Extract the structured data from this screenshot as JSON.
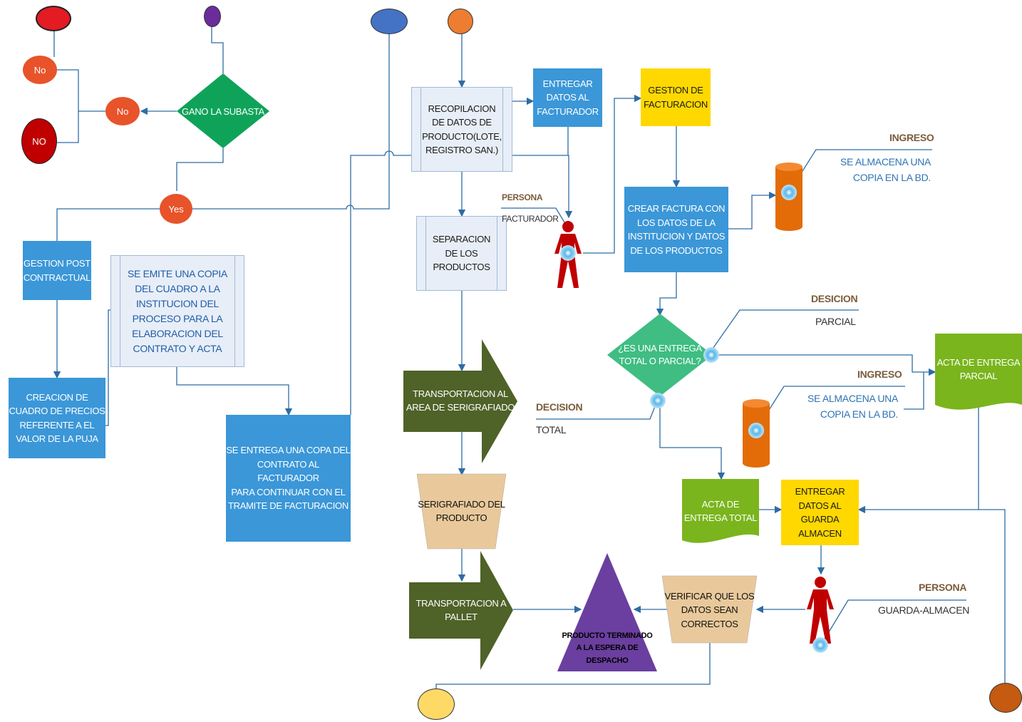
{
  "colors": {
    "blue_box": "#3b97d8",
    "yellow_box": "#ffd800",
    "green_decision": "#0fa35a",
    "green_doc": "#7ab51d",
    "dark_green_arrow": "#4f6228",
    "tan_trapezoid": "#e9c99b",
    "purple_triangle": "#6b3fa0",
    "orange_circle": "#e8532a",
    "red_terminal": "#e31b23",
    "dark_red_terminal": "#c00000",
    "purple_terminal": "#6a2c9b",
    "blue_terminal": "#4472c4",
    "orange_terminal": "#ed7d31",
    "yellow_terminal": "#ffd966",
    "brown_terminal": "#c55a11",
    "database": "#e36c09",
    "person": "#c00000"
  },
  "terminals": {
    "no_terminal": "NO",
    "no_top": "No",
    "no_mid": "No",
    "yes": "Yes"
  },
  "nodes": {
    "gano_subasta": "GANO LA SUBASTA",
    "gestion_post": "GESTION POST\nCONTRACTUAL",
    "creacion_cuadro": "CREACION DE\nCUADRO DE PRECIOS\nREFERENTE A EL\nVALOR DE LA PUJA",
    "emite_copia": "SE EMITE UNA COPIA\nDEL CUADRO A LA\nINSTITUCION DEL\nPROCESO PARA LA\nELABORACION DEL\nCONTRATO Y ACTA",
    "entrega_copa": "SE ENTREGA UNA COPA DEL\nCONTRATO AL FACTURADOR\nPARA CONTINUAR CON EL\nTRAMITE DE FACTURACION",
    "recopilacion": "RECOPILACION\nDE DATOS DE\nPRODUCTO(LOTE,\nREGISTRO SAN.)",
    "entregar_datos_facturador": "ENTREGAR\nDATOS AL\nFACTURADOR",
    "separacion": "SEPARACION\nDE LOS\nPRODUCTOS",
    "transportacion_serigrafiado": "TRANSPORTACION  AL\nAREA DE SERIGRAFIADO",
    "serigrafiado": "SERIGRAFIADO DEL\nPRODUCTO",
    "transportacion_pallet": "TRANSPORTACION A\nPALLET",
    "producto_terminado": "PRODUCTO TERMINADO\nA LA ESPERA DE\nDESPACHO",
    "verificar": "VERIFICAR QUE LOS\nDATOS SEAN\nCORRECTOS",
    "gestion_facturacion": "GESTION DE\nFACTURACION",
    "crear_factura": "CREAR FACTURA CON\nLOS DATOS DE LA\nINSTITUCION Y DATOS\nDE LOS PRODUCTOS",
    "es_entrega": "¿ES UNA ENTREGA\nTOTAL O PARCIAL?",
    "acta_parcial": "ACTA DE ENTREGA\nPARCIAL",
    "acta_total": "ACTA DE\nENTREGA TOTAL",
    "entregar_guarda": "ENTREGAR\nDATOS AL\nGUARDA\nALMACEN"
  },
  "annotations": {
    "persona_facturador_title": "PERSONA",
    "persona_facturador_value": "FACTURADOR",
    "ingreso_top_title": "INGRESO",
    "ingreso_top_value": "SE ALMACENA UNA\nCOPIA EN LA BD.",
    "desicion_title": "DESICION",
    "desicion_value": "PARCIAL",
    "ingreso_mid_title": "INGRESO",
    "ingreso_mid_value": "SE ALMACENA UNA\nCOPIA EN LA BD.",
    "decision_total_title": "DECISION",
    "decision_total_value": "TOTAL",
    "persona_guarda_title": "PERSONA",
    "persona_guarda_value": "GUARDA-ALMACEN"
  }
}
